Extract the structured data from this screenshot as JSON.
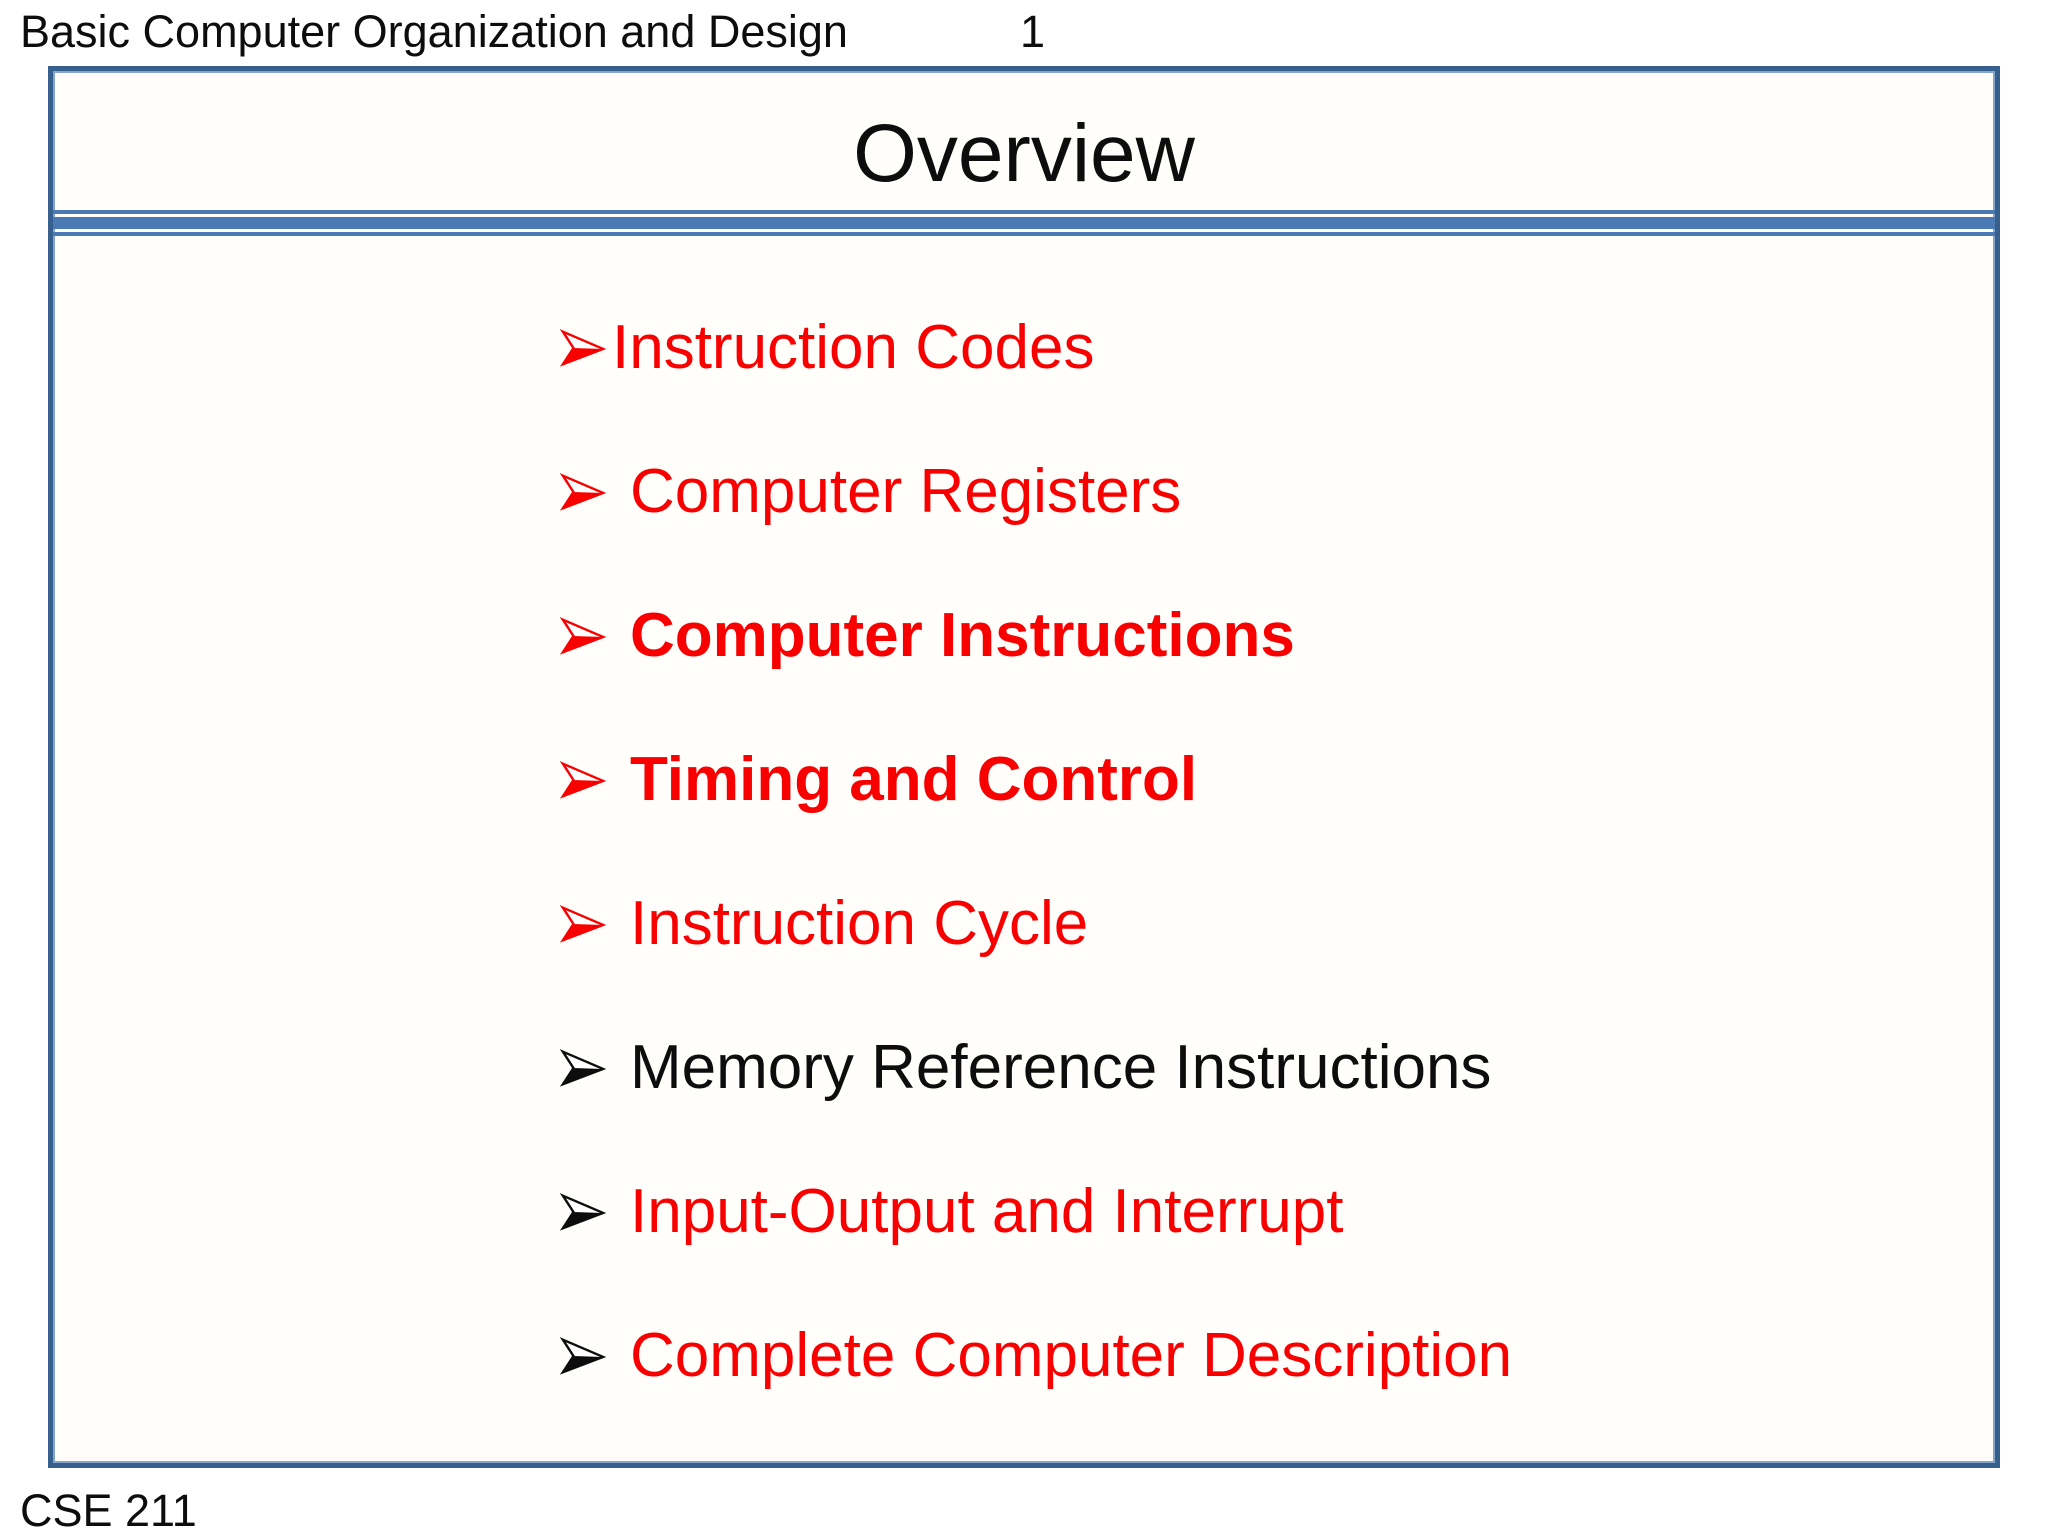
{
  "page": {
    "header": {
      "title": "Basic Computer Organization and Design",
      "page_number": "1"
    },
    "slide": {
      "title": "Overview",
      "bullet_icon": "arrowhead-right-icon",
      "bullets": [
        {
          "label": "Instruction Codes",
          "text_color": "#f90000",
          "bullet_color": "#f90000",
          "bold": false,
          "tight": true
        },
        {
          "label": "Computer Registers",
          "text_color": "#f90000",
          "bullet_color": "#f90000",
          "bold": false,
          "tight": false
        },
        {
          "label": "Computer Instructions",
          "text_color": "#f90000",
          "bullet_color": "#f90000",
          "bold": true,
          "tight": false
        },
        {
          "label": "Timing and Control",
          "text_color": "#f90000",
          "bullet_color": "#f90000",
          "bold": true,
          "tight": false
        },
        {
          "label": "Instruction Cycle",
          "text_color": "#f90000",
          "bullet_color": "#f90000",
          "bold": false,
          "tight": false
        },
        {
          "label": "Memory Reference Instructions",
          "text_color": "#0d0d0d",
          "bullet_color": "#0d0d0d",
          "bold": false,
          "tight": false
        },
        {
          "label": "Input-Output and Interrupt",
          "text_color": "#f90000",
          "bullet_color": "#0d0d0d",
          "bold": false,
          "tight": false
        },
        {
          "label": "Complete Computer Description",
          "text_color": "#f90000",
          "bullet_color": "#0d0d0d",
          "bold": false,
          "tight": false
        }
      ]
    },
    "footer": {
      "course": "CSE 211"
    },
    "colors": {
      "frame_border": "#36618e",
      "divider_blue": "#4a79b4",
      "red": "#f90000",
      "black": "#0d0d0d"
    }
  }
}
